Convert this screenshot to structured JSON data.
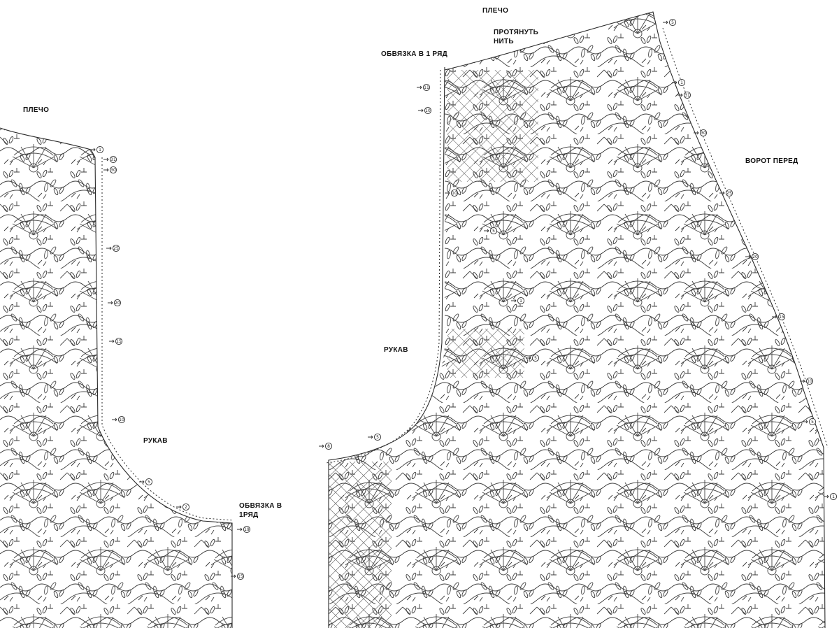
{
  "labels": {
    "shoulder_left": "ПЛЕЧО",
    "sleeve_left": "РУКАВ",
    "edging_left_line1": "ОБВЯЗКА В",
    "edging_left_line2": "1РЯД",
    "shoulder_right": "ПЛЕЧО",
    "pull_thread_line1": "ПРОТЯНУТЬ",
    "pull_thread_line2": "НИТЬ",
    "edging_right": "ОБВЯЗКА В 1 РЯД",
    "neck_front": "ВОРОТ   ПЕРЕД",
    "sleeve_right": "РУКАВ"
  },
  "row_markers": {
    "left_piece": [
      "1",
      "31",
      "30",
      "25",
      "20",
      "15",
      "10",
      "5",
      "2",
      "19",
      "15"
    ],
    "right_piece": [
      "5",
      "1",
      "31",
      "30",
      "25",
      "20",
      "15",
      "10",
      "5",
      "1",
      "5",
      "10",
      "11",
      "10",
      "5",
      "1",
      "5",
      "8"
    ]
  },
  "colors": {
    "background": "#ffffff",
    "stitch": "#3a3a3a",
    "text": "#111111"
  }
}
